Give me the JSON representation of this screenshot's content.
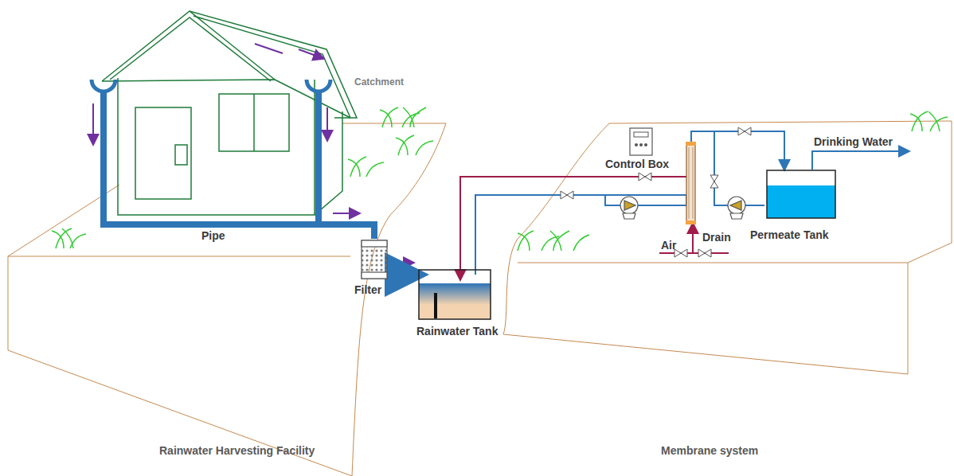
{
  "diagram": {
    "nodes": [
      {
        "text": [
          "Filter"
        ]
      },
      {
        "text": [
          "Rainwater Tank"
        ]
      },
      {
        "text": [
          "Control Box"
        ]
      },
      {
        "text": [
          "Permeate Tank"
        ]
      }
    ],
    "edges": [
      {
        "from": 0,
        "to": 1,
        "arrow": "to"
      }
    ],
    "labels": [
      "Catchment",
      "Pipe",
      "Air",
      "Drain",
      "Drinking Water",
      "Rainwater Harvesting Facility",
      "Membrane system"
    ]
  }
}
